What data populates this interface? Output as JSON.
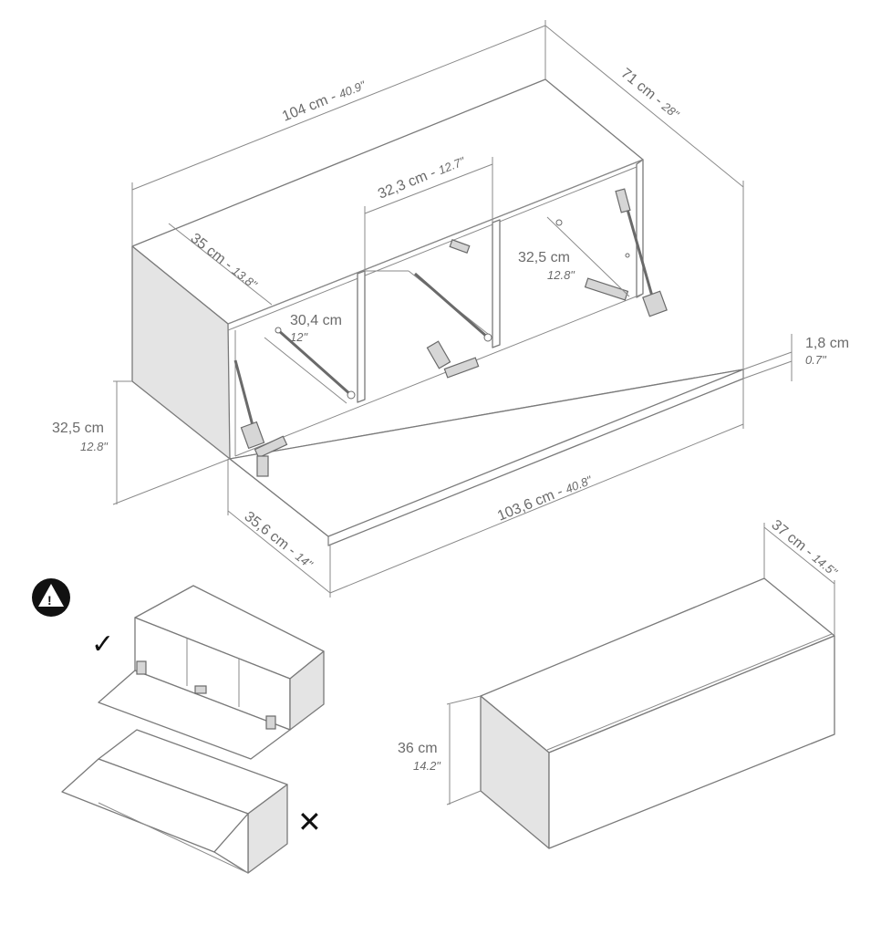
{
  "dimensions": {
    "width_top": {
      "cm": "104 cm - ",
      "in": "40.9\""
    },
    "depth_top": {
      "cm": "71 cm - ",
      "in": "28\""
    },
    "compartment_width": {
      "cm": "32,3 cm - ",
      "in": "12.7\""
    },
    "inner_depth": {
      "cm": "35 cm - ",
      "in": "13.8\""
    },
    "piston_left": {
      "cm": "30,4 cm",
      "in": "12\""
    },
    "piston_right": {
      "cm": "32,5 cm",
      "in": "12.8\""
    },
    "thickness": {
      "cm": "1,8 cm",
      "in": "0.7\""
    },
    "height": {
      "cm": "32,5 cm",
      "in": "12.8\""
    },
    "door_depth": {
      "cm": "35,6 cm - ",
      "in": "14\""
    },
    "door_width": {
      "cm": "103,6 cm - ",
      "in": "40.8\""
    },
    "closed_depth": {
      "cm": "37 cm - ",
      "in": "14.5\""
    },
    "closed_height": {
      "cm": "36 cm",
      "in": "14.2\""
    }
  },
  "symbols": {
    "warning": "!",
    "correct": "✓",
    "incorrect": "✕"
  },
  "colors": {
    "line": "#7a7a7a",
    "panel_side": "#e4e4e4",
    "warning_fill": "#111111"
  }
}
